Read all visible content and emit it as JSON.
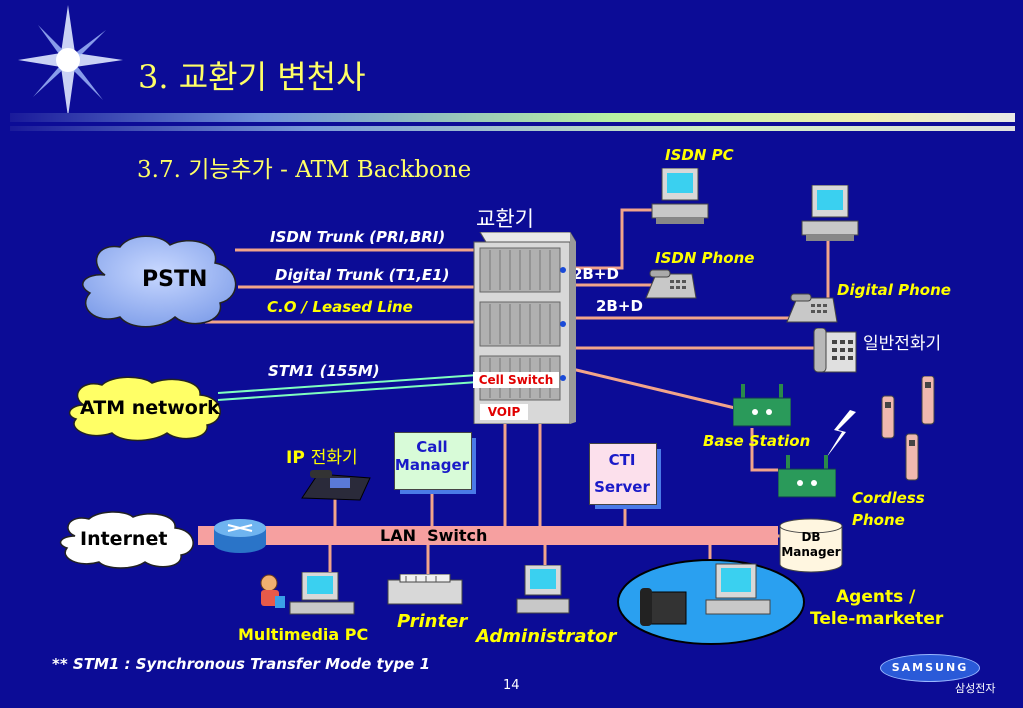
{
  "title": "3. 교환기 변천사",
  "subtitle": "3.7. 기능추가 - ATM Backbone",
  "switch_label": "교환기",
  "clouds": {
    "pstn": "PSTN",
    "atm": "ATM network",
    "internet": "Internet"
  },
  "links": {
    "isdn_trunk": "ISDN Trunk (PRI,BRI)",
    "digital_trunk": "Digital Trunk (T1,E1)",
    "co_leased": "C.O / Leased Line",
    "stm1": "STM1 (155M)",
    "twobd_1": "2B+D",
    "twobd_2": "2B+D"
  },
  "tags": {
    "cell_switch": "Cell Switch",
    "voip": "VOIP"
  },
  "devices": {
    "isdn_pc": "ISDN PC",
    "isdn_phone": "ISDN Phone",
    "digital_phone": "Digital Phone",
    "general_phone": "일반전화기",
    "base_station": "Base Station",
    "cordless_1": "Cordless",
    "cordless_2": "Phone",
    "ip_phone_prefix": "IP",
    "ip_phone_suffix": "전화기",
    "call_manager_1": "Call",
    "call_manager_2": "Manager",
    "cti_1": "CTI",
    "cti_2": "Server",
    "lan_switch": "LAN  Switch",
    "db_1": "DB",
    "db_2": "Manager",
    "multimedia_pc": "Multimedia PC",
    "printer": "Printer",
    "administrator": "Administrator",
    "agents_1": "Agents /",
    "agents_2": "Tele-marketer"
  },
  "footnote": "** STM1 : Synchronous Transfer Mode type 1",
  "page_number": "14",
  "brand": {
    "logo": "SAMSUNG",
    "name": "삼성전자"
  },
  "colors": {
    "background": "#0c0c96",
    "title": "#ffff66",
    "line": "#f2a48a",
    "lan": "#f6a0a0",
    "atm": "#7fffbf"
  }
}
